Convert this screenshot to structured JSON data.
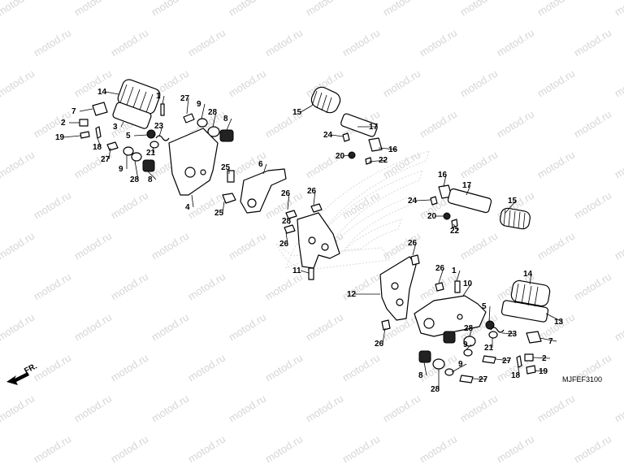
{
  "watermark": {
    "text": "motod.ru"
  },
  "diagram_code": "MJFEF3100",
  "direction_label": "FR.",
  "callouts": [
    {
      "id": "c14a",
      "text": "14"
    },
    {
      "id": "c1a",
      "text": "1"
    },
    {
      "id": "c27a",
      "text": "27"
    },
    {
      "id": "c9a",
      "text": "9"
    },
    {
      "id": "c28a",
      "text": "28"
    },
    {
      "id": "c8a",
      "text": "8"
    },
    {
      "id": "c7a",
      "text": "7"
    },
    {
      "id": "c2a",
      "text": "2"
    },
    {
      "id": "c19a",
      "text": "19"
    },
    {
      "id": "c3a",
      "text": "3"
    },
    {
      "id": "c23a",
      "text": "23"
    },
    {
      "id": "c5a",
      "text": "5"
    },
    {
      "id": "c18a",
      "text": "18"
    },
    {
      "id": "c21a",
      "text": "21"
    },
    {
      "id": "c27b",
      "text": "27"
    },
    {
      "id": "c9b",
      "text": "9"
    },
    {
      "id": "c28b",
      "text": "28"
    },
    {
      "id": "c8b",
      "text": "8"
    },
    {
      "id": "c4a",
      "text": "4"
    },
    {
      "id": "c25a",
      "text": "25"
    },
    {
      "id": "c6a",
      "text": "6"
    },
    {
      "id": "c25b",
      "text": "25"
    },
    {
      "id": "c15a",
      "text": "15"
    },
    {
      "id": "c17a",
      "text": "17"
    },
    {
      "id": "c24a",
      "text": "24"
    },
    {
      "id": "c16a",
      "text": "16"
    },
    {
      "id": "c20a",
      "text": "20"
    },
    {
      "id": "c22a",
      "text": "22"
    },
    {
      "id": "c26a",
      "text": "26"
    },
    {
      "id": "c26b",
      "text": "26"
    },
    {
      "id": "c26c",
      "text": "26"
    },
    {
      "id": "c28c",
      "text": "28"
    },
    {
      "id": "c11a",
      "text": "11"
    },
    {
      "id": "c16b",
      "text": "16"
    },
    {
      "id": "c17b",
      "text": "17"
    },
    {
      "id": "c24b",
      "text": "24"
    },
    {
      "id": "c15b",
      "text": "15"
    },
    {
      "id": "c20b",
      "text": "20"
    },
    {
      "id": "c22b",
      "text": "22"
    },
    {
      "id": "c26d",
      "text": "26"
    },
    {
      "id": "c26e",
      "text": "26"
    },
    {
      "id": "c1b",
      "text": "1"
    },
    {
      "id": "c10a",
      "text": "10"
    },
    {
      "id": "c14b",
      "text": "14"
    },
    {
      "id": "c12a",
      "text": "12"
    },
    {
      "id": "c5b",
      "text": "5"
    },
    {
      "id": "c13a",
      "text": "13"
    },
    {
      "id": "c26f",
      "text": "26"
    },
    {
      "id": "c21b",
      "text": "21"
    },
    {
      "id": "c23b",
      "text": "23"
    },
    {
      "id": "c7b",
      "text": "7"
    },
    {
      "id": "c28d",
      "text": "28"
    },
    {
      "id": "c9c",
      "text": "9"
    },
    {
      "id": "c9d",
      "text": "9"
    },
    {
      "id": "c27c",
      "text": "27"
    },
    {
      "id": "c2b",
      "text": "2"
    },
    {
      "id": "c8c",
      "text": "8"
    },
    {
      "id": "c28e",
      "text": "28"
    },
    {
      "id": "c27d",
      "text": "27"
    },
    {
      "id": "c18b",
      "text": "18"
    },
    {
      "id": "c19b",
      "text": "19"
    }
  ]
}
